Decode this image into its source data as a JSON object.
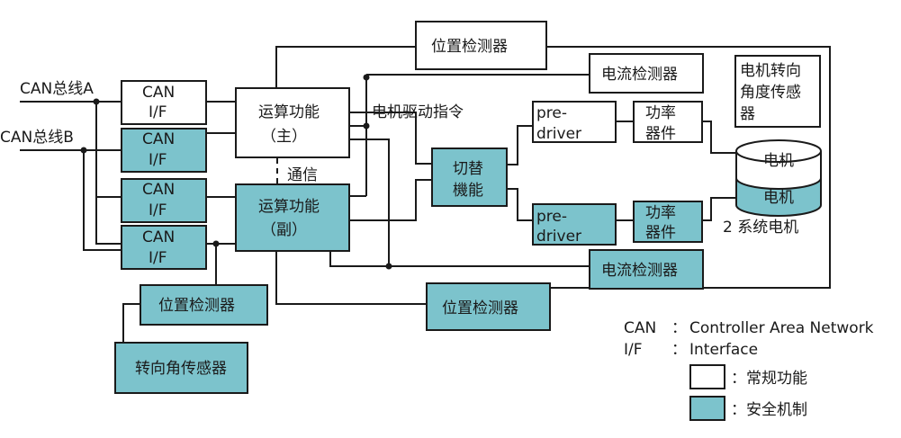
{
  "colors": {
    "safety_fill": "#7cc3cc",
    "normal_fill": "#ffffff",
    "stroke": "#1a1a1a",
    "background": "#ffffff"
  },
  "bus": {
    "a_label": "CAN总线A",
    "b_label": "CAN总线B"
  },
  "can_if": {
    "line1": "CAN",
    "line2": "I/F"
  },
  "compute_main": {
    "line1": "运算功能",
    "line2": "（主）"
  },
  "compute_sub": {
    "line1": "运算功能",
    "line2": "（副）"
  },
  "comm_label": "通信",
  "motor_cmd_label": "电机驱动指令",
  "switch": {
    "line1": "切替",
    "line2": "機能"
  },
  "predriver": {
    "line1": "pre-",
    "line2": "driver"
  },
  "power": {
    "line1": "功率",
    "line2": "器件"
  },
  "current_sensor_label": "电流检测器",
  "position_sensor_label": "位置检测器",
  "motor_angle_sensor": {
    "line1": "电机转向",
    "line2": "角度传感",
    "line3": "器"
  },
  "steering_angle_sensor_label": "转向角传感器",
  "motor": {
    "top_label": "电机",
    "bottom_label": "电机",
    "caption": "2 系统电机"
  },
  "legend": {
    "abbr1": "CAN",
    "sep1": "：",
    "def1": "Controller Area Network",
    "abbr2": "I/F",
    "sep2": "：",
    "def2": "Interface",
    "normal_label": "：常规功能",
    "safety_label": "：安全机制"
  }
}
